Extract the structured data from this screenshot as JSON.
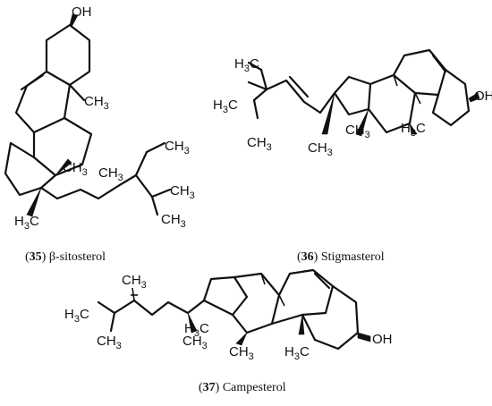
{
  "figure": {
    "captions": [
      {
        "id": "35",
        "text": "β-sitosterol"
      },
      {
        "id": "36",
        "text": "Stigmasterol"
      },
      {
        "id": "37",
        "text": "Campesterol"
      }
    ]
  },
  "labels": {
    "oh": "OH",
    "ch3": "CH",
    "h3c": "H",
    "c": "C",
    "sub3": "3"
  }
}
